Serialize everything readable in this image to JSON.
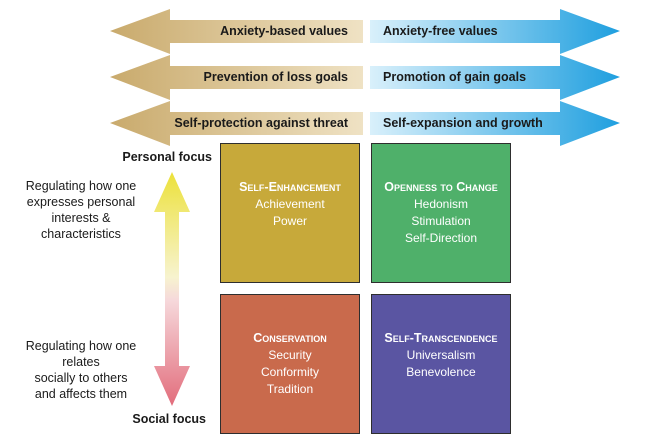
{
  "arrows": [
    {
      "left": "Anxiety-based values",
      "right": "Anxiety-free values"
    },
    {
      "left": "Prevention of loss goals",
      "right": "Promotion of gain goals"
    },
    {
      "left": "Self-protection against threat",
      "right": "Self-expansion and growth"
    }
  ],
  "focus": {
    "top": "Personal focus",
    "bottom": "Social focus"
  },
  "regulating": {
    "top": [
      "Regulating how one",
      "expresses personal",
      "interests &",
      "characteristics"
    ],
    "bottom": [
      "Regulating how one",
      "relates",
      "socially to others",
      "and affects them"
    ]
  },
  "quadrants": {
    "self_enhancement": {
      "title": "Self-Enhancement",
      "items": [
        "Achievement",
        "Power"
      ]
    },
    "openness": {
      "title": "Openness to Change",
      "items": [
        "Hedonism",
        "Stimulation",
        "Self-Direction"
      ]
    },
    "conservation": {
      "title": "Conservation",
      "items": [
        "Security",
        "Conformity",
        "Tradition"
      ]
    },
    "self_transcendence": {
      "title": "Self-Transcendence",
      "items": [
        "Universalism",
        "Benevolence"
      ]
    }
  },
  "colors": {
    "left_arrow": "#d2b882",
    "right_arrow": "#35a8e0",
    "self_enhancement": "#c7a93a",
    "openness": "#4fb06a",
    "conservation": "#c96a4c",
    "self_transcendence": "#5a55a2"
  }
}
